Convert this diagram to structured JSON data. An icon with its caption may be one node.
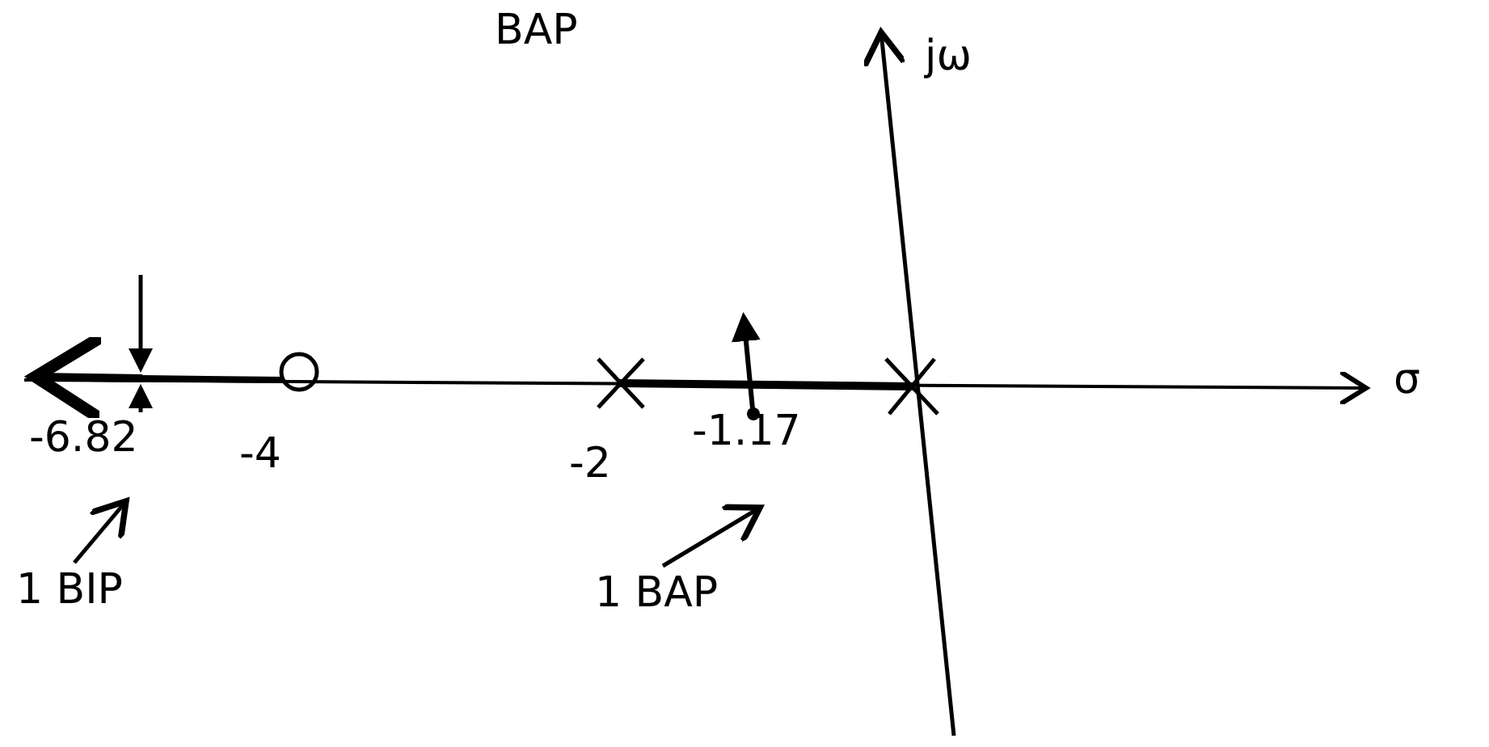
{
  "diagram": {
    "nodes": [
      {
        "text": [
          "1 BIP"
        ]
      },
      {
        "text": [
          "1 BAP"
        ]
      }
    ],
    "edges": [
      {
        "from": 0,
        "to": null,
        "arrow": "to"
      },
      {
        "from": 1,
        "to": null,
        "arrow": "to"
      }
    ],
    "labels": [
      "BAP",
      "jω",
      "σ",
      "-6.82",
      "-4",
      "-2",
      "-1.17"
    ]
  }
}
